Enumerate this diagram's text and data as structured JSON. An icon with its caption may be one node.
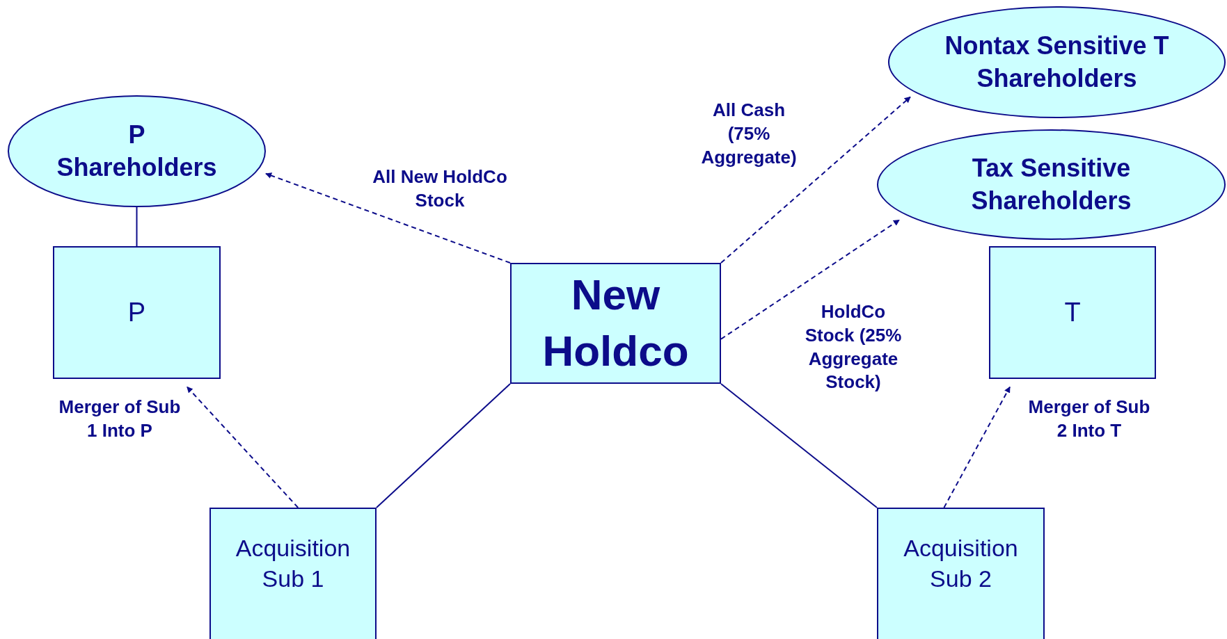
{
  "diagram": {
    "nodes": [
      {
        "text": [
          "P Shareholders"
        ]
      },
      {
        "text": [
          "P"
        ]
      },
      {
        "text": [
          "New Holdco"
        ]
      },
      {
        "text": [
          "Nontax Sensitive T Shareholders"
        ]
      },
      {
        "text": [
          "Tax Sensitive Shareholders"
        ]
      },
      {
        "text": [
          "T"
        ]
      },
      {
        "text": [
          "Acquisition Sub 1"
        ]
      },
      {
        "text": [
          "Acquisition Sub 2"
        ]
      }
    ],
    "edges": [
      {
        "from": 0,
        "to": 1,
        "arrow": "none"
      },
      {
        "from": 2,
        "to": 0,
        "arrow": "to",
        "style": "dashed",
        "label": "All New HoldCo Stock"
      },
      {
        "from": 2,
        "to": 3,
        "arrow": "to",
        "style": "dashed",
        "label": "All Cash (75% Aggregate)"
      },
      {
        "from": 2,
        "to": 4,
        "arrow": "to",
        "style": "dashed",
        "label": "HoldCo Stock (25% Aggregate Stock)"
      },
      {
        "from": 2,
        "to": 6,
        "arrow": "none"
      },
      {
        "from": 2,
        "to": 7,
        "arrow": "none"
      },
      {
        "from": 6,
        "to": 1,
        "arrow": "to",
        "style": "dashed",
        "label": "Merger of Sub 1 Into P"
      },
      {
        "from": 7,
        "to": 5,
        "arrow": "to",
        "style": "dashed",
        "label": "Merger of Sub 2 Into T"
      }
    ]
  }
}
